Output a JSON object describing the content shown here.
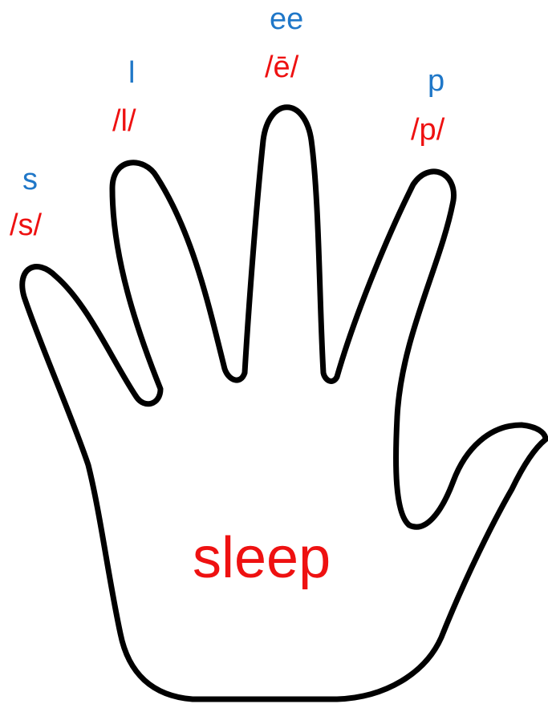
{
  "colors": {
    "letter": "#1f77c8",
    "phoneme": "#ee1111",
    "word": "#ee1111",
    "outline": "#000000"
  },
  "fingers": [
    {
      "letters": "s",
      "phoneme": "/s/"
    },
    {
      "letters": "l",
      "phoneme": "/l/"
    },
    {
      "letters": "ee",
      "phoneme": "/ē/"
    },
    {
      "letters": "p",
      "phoneme": "/p/"
    }
  ],
  "word": "sleep"
}
